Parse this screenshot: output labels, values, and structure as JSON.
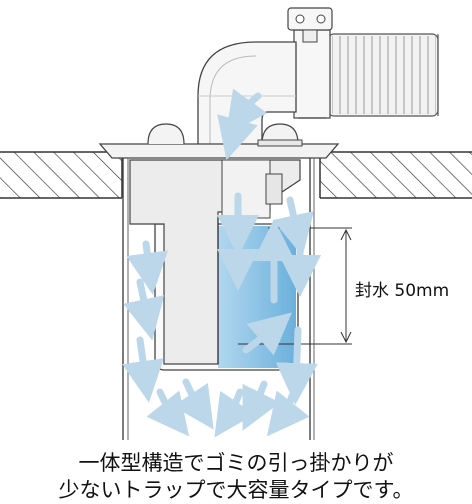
{
  "annotation": {
    "seal_water_label": "封水 50mm"
  },
  "caption": {
    "line1": "一体型構造でゴミの引っ掛かりが",
    "line2": "少ないトラップで大容量タイプです。"
  },
  "colors": {
    "water": "#6db3dc",
    "arrow": "#bcd6ea",
    "outline": "#333333",
    "body_fill": "#f4f4f4",
    "hatch": "#333333"
  },
  "icons": {
    "flow": "flow-arrow-icon",
    "hose": "corrugated-hose",
    "clamp": "hose-clamp",
    "floor": "floor-hatch"
  }
}
